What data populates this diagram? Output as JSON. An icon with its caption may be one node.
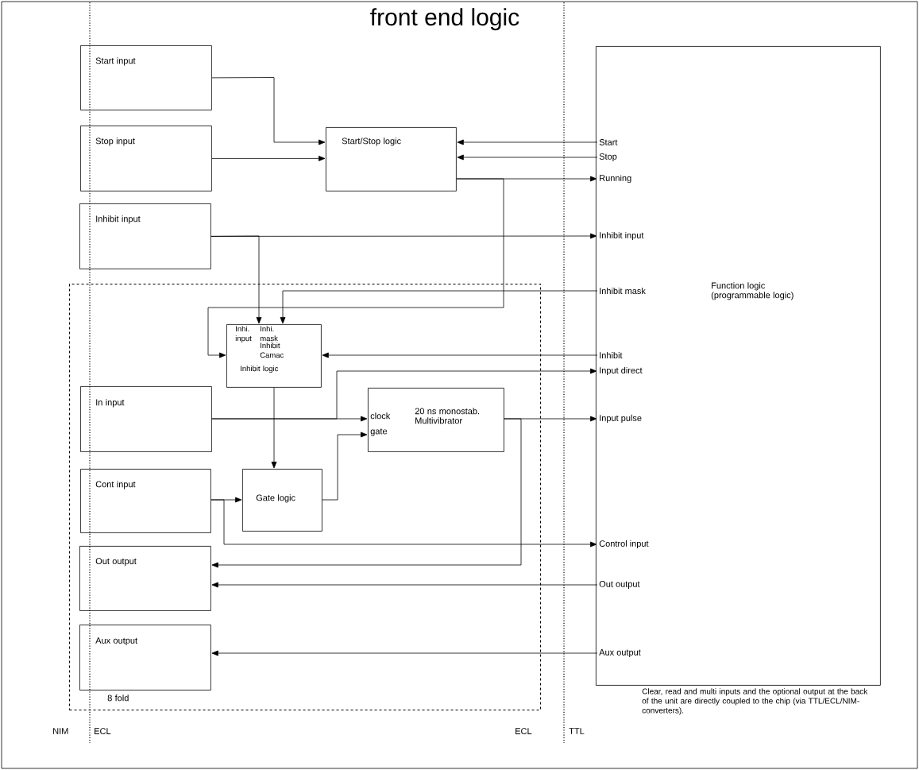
{
  "diagram": {
    "title": "front end logic",
    "nodes": [
      {
        "text": [
          "Start input"
        ]
      },
      {
        "text": [
          "Stop input"
        ]
      },
      {
        "text": [
          "Inhibit input"
        ]
      },
      {
        "text": [
          "Start/Stop logic"
        ]
      },
      {
        "text": [
          "Function logic (programmable logic)"
        ]
      },
      {
        "text": [
          "Start"
        ],
        "in": 4
      },
      {
        "text": [
          "Stop"
        ],
        "in": 4
      },
      {
        "text": [
          "Running"
        ],
        "in": 4
      },
      {
        "text": [
          "Inhibit input"
        ],
        "in": 4
      },
      {
        "text": [
          "Inhibit mask"
        ],
        "in": 4
      },
      {
        "text": [
          "Inhibit"
        ],
        "in": 4
      },
      {
        "text": [
          "Input direct"
        ],
        "in": 4
      },
      {
        "text": [
          "Input pulse"
        ],
        "in": 4
      },
      {
        "text": [
          "Control input"
        ],
        "in": 4
      },
      {
        "text": [
          "Out output"
        ],
        "in": 4
      },
      {
        "text": [
          "Aux output"
        ],
        "in": 4
      },
      {
        "text": [
          "8 fold"
        ]
      },
      {
        "text": [
          "Inhi. input",
          "Inhi. mask",
          "Inhibit Camac",
          "Inhibit logic"
        ],
        "in": 16
      },
      {
        "text": [
          "In input"
        ],
        "in": 16
      },
      {
        "text": [
          "clock",
          "gate",
          "20 ns monostab. Multivibrator"
        ],
        "in": 16
      },
      {
        "text": [
          "Cont input"
        ],
        "in": 16
      },
      {
        "text": [
          "Gate logic"
        ],
        "in": 16
      },
      {
        "text": [
          "Out output"
        ],
        "in": 16
      },
      {
        "text": [
          "Aux output"
        ],
        "in": 16
      }
    ],
    "edges": [
      {
        "from": 0,
        "to": 3,
        "arrow": "to"
      },
      {
        "from": 1,
        "to": 3,
        "arrow": "to"
      },
      {
        "from": 5,
        "to": 3,
        "arrow": "to"
      },
      {
        "from": 6,
        "to": 3,
        "arrow": "to"
      },
      {
        "from": 3,
        "to": 7,
        "arrow": "to"
      },
      {
        "from": 3,
        "to": 17,
        "arrow": "to"
      },
      {
        "from": 2,
        "to": 8,
        "arrow": "to"
      },
      {
        "from": 2,
        "to": 17,
        "arrow": "to"
      },
      {
        "from": 9,
        "to": 17,
        "arrow": "to"
      },
      {
        "from": 10,
        "to": 17,
        "arrow": "to"
      },
      {
        "from": 17,
        "to": 21,
        "arrow": "to"
      },
      {
        "from": 18,
        "to": 19,
        "arrow": "to"
      },
      {
        "from": 18,
        "to": 11,
        "arrow": "to"
      },
      {
        "from": 21,
        "to": 19,
        "arrow": "to"
      },
      {
        "from": 19,
        "to": 12,
        "arrow": "to"
      },
      {
        "from": 19,
        "to": 22,
        "arrow": "to"
      },
      {
        "from": 20,
        "to": 21,
        "arrow": "to"
      },
      {
        "from": 20,
        "to": 13,
        "arrow": "to"
      },
      {
        "from": 14,
        "to": 22,
        "arrow": "to"
      },
      {
        "from": 15,
        "to": 23,
        "arrow": "to"
      }
    ],
    "labels": [
      "NIM",
      "ECL",
      "ECL",
      "TTL",
      "Clear, read and multi inputs and the optional output at the back of the unit are directly coupled to the chip (via TTL/ECL/NIM-converters)."
    ]
  }
}
